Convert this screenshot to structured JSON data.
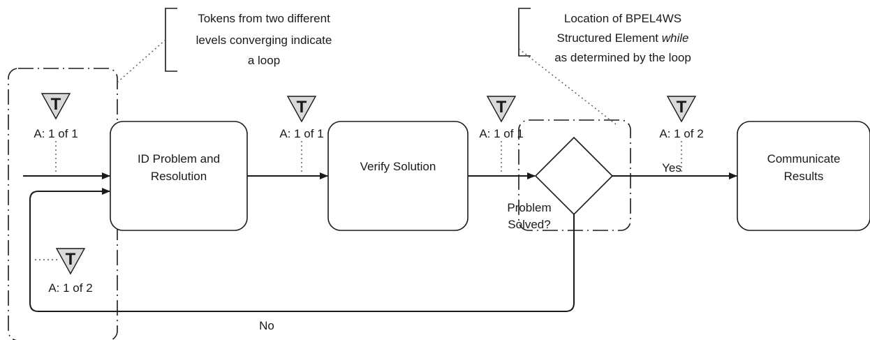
{
  "annotations": {
    "loop_note": [
      "Tokens from two different",
      "levels converging indicate",
      "a loop"
    ],
    "location_note": {
      "line1": "Location of BPEL4WS",
      "line2_prefix": "Structured Element ",
      "line2_italic": "while",
      "line3": "as determined by the loop"
    }
  },
  "tasks": {
    "id_problem": [
      "ID Problem and",
      "Resolution"
    ],
    "verify": [
      "Verify Solution"
    ],
    "communicate": [
      "Communicate",
      "Results"
    ]
  },
  "gateway": {
    "label": [
      "Problem",
      "Solved?"
    ],
    "yes_label": "Yes",
    "no_label": "No"
  },
  "token_letter": "T",
  "tokens": {
    "t_start": "A: 1 of 1",
    "t_loop": "A: 1 of 2",
    "t_after_id": "A: 1 of 1",
    "t_after_verify": "A: 1 of 1",
    "t_yes": "A: 1 of 2"
  },
  "colors": {
    "token_fill": "#d9d9d9",
    "line": "#1a1a1a",
    "background": "#ffffff"
  }
}
